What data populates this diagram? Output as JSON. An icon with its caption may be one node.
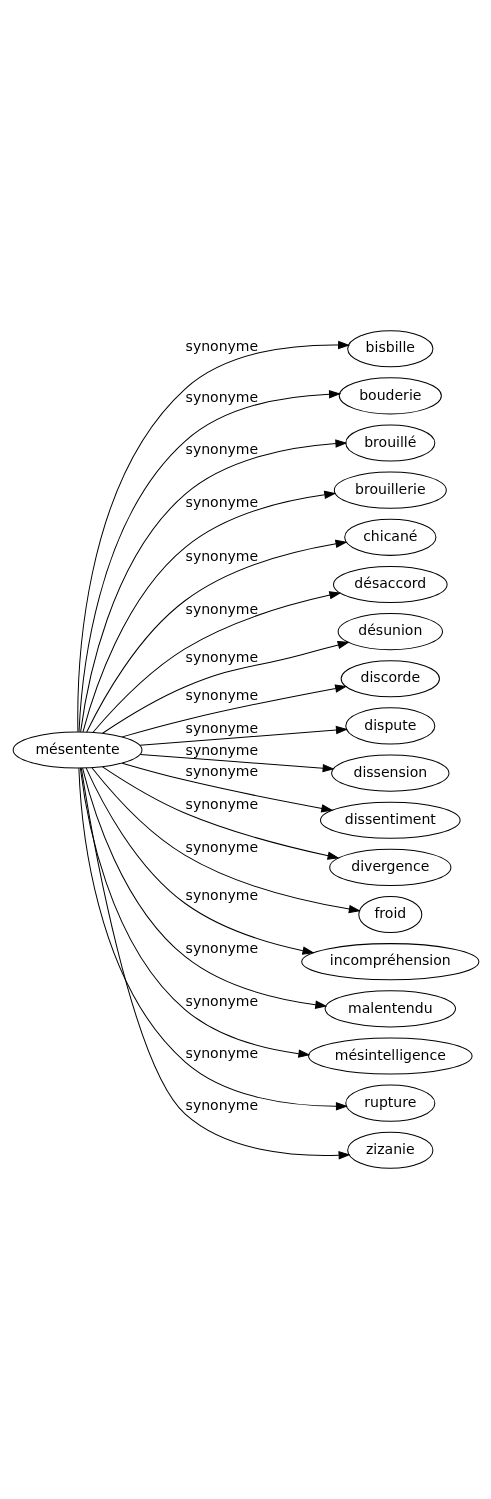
{
  "diagram": {
    "nodes": [
      {
        "text": [
          "mésentente"
        ]
      },
      {
        "text": [
          "bisbille"
        ]
      },
      {
        "text": [
          "bouderie"
        ]
      },
      {
        "text": [
          "brouillé"
        ]
      },
      {
        "text": [
          "brouillerie"
        ]
      },
      {
        "text": [
          "chicané"
        ]
      },
      {
        "text": [
          "désaccord"
        ]
      },
      {
        "text": [
          "désunion"
        ]
      },
      {
        "text": [
          "discorde"
        ]
      },
      {
        "text": [
          "dispute"
        ]
      },
      {
        "text": [
          "dissension"
        ]
      },
      {
        "text": [
          "dissentiment"
        ]
      },
      {
        "text": [
          "divergence"
        ]
      },
      {
        "text": [
          "froid"
        ]
      },
      {
        "text": [
          "incompréhension"
        ]
      },
      {
        "text": [
          "malentendu"
        ]
      },
      {
        "text": [
          "mésintelligence"
        ]
      },
      {
        "text": [
          "rupture"
        ]
      },
      {
        "text": [
          "zizanie"
        ]
      }
    ],
    "edges": [
      {
        "from": 0,
        "to": 1,
        "arrow": "to",
        "label": "synonyme"
      },
      {
        "from": 0,
        "to": 2,
        "arrow": "to",
        "label": "synonyme"
      },
      {
        "from": 0,
        "to": 3,
        "arrow": "to",
        "label": "synonyme"
      },
      {
        "from": 0,
        "to": 4,
        "arrow": "to",
        "label": "synonyme"
      },
      {
        "from": 0,
        "to": 5,
        "arrow": "to",
        "label": "synonyme"
      },
      {
        "from": 0,
        "to": 6,
        "arrow": "to",
        "label": "synonyme"
      },
      {
        "from": 0,
        "to": 7,
        "arrow": "to",
        "label": "synonyme"
      },
      {
        "from": 0,
        "to": 8,
        "arrow": "to",
        "label": "synonyme"
      },
      {
        "from": 0,
        "to": 9,
        "arrow": "to",
        "label": "synonyme"
      },
      {
        "from": 0,
        "to": 10,
        "arrow": "to",
        "label": "synonyme"
      },
      {
        "from": 0,
        "to": 11,
        "arrow": "to",
        "label": "synonyme"
      },
      {
        "from": 0,
        "to": 12,
        "arrow": "to",
        "label": "synonyme"
      },
      {
        "from": 0,
        "to": 13,
        "arrow": "to",
        "label": "synonyme"
      },
      {
        "from": 0,
        "to": 14,
        "arrow": "to",
        "label": "synonyme"
      },
      {
        "from": 0,
        "to": 15,
        "arrow": "to",
        "label": "synonyme"
      },
      {
        "from": 0,
        "to": 16,
        "arrow": "to",
        "label": "synonyme"
      },
      {
        "from": 0,
        "to": 17,
        "arrow": "to",
        "label": "synonyme"
      },
      {
        "from": 0,
        "to": 18,
        "arrow": "to",
        "label": "synonyme"
      }
    ]
  }
}
